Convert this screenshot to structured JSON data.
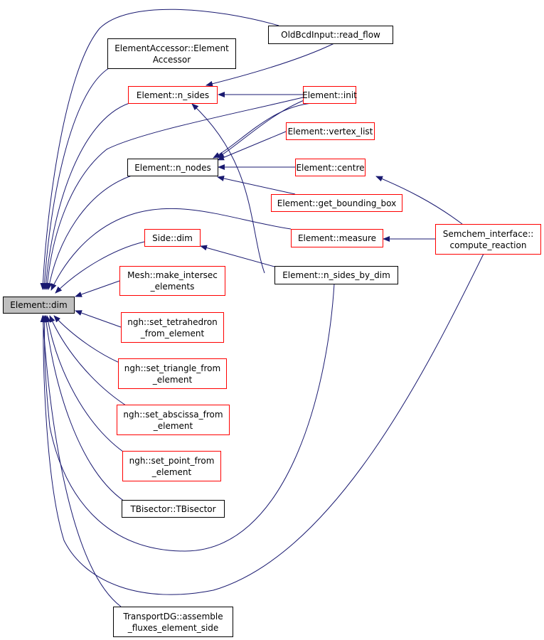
{
  "colors": {
    "edge": "#191970",
    "incomplete_border": "#ff0000",
    "normal_border": "#000000",
    "root_fill": "#bfbfbf"
  },
  "nodes": {
    "root": {
      "lines": [
        "Element::dim"
      ]
    },
    "element_accessor": {
      "lines": [
        "ElementAccessor::Element",
        "Accessor"
      ]
    },
    "n_sides": {
      "lines": [
        "Element::n_sides"
      ]
    },
    "n_nodes": {
      "lines": [
        "Element::n_nodes"
      ]
    },
    "side_dim": {
      "lines": [
        "Side::dim"
      ]
    },
    "make_intersec": {
      "lines": [
        "Mesh::make_intersec",
        "_elements"
      ]
    },
    "set_tetrahedron": {
      "lines": [
        "ngh::set_tetrahedron",
        "_from_element"
      ]
    },
    "set_triangle": {
      "lines": [
        "ngh::set_triangle_from",
        "_element"
      ]
    },
    "set_abscissa": {
      "lines": [
        "ngh::set_abscissa_from",
        "_element"
      ]
    },
    "set_point": {
      "lines": [
        "ngh::set_point_from",
        "_element"
      ]
    },
    "tbisector": {
      "lines": [
        "TBisector::TBisector"
      ]
    },
    "transport_dg": {
      "lines": [
        "TransportDG::assemble",
        "_fluxes_element_side"
      ]
    },
    "read_flow": {
      "lines": [
        "OldBcdInput::read_flow"
      ]
    },
    "init": {
      "lines": [
        "Element::init"
      ]
    },
    "vertex_list": {
      "lines": [
        "Element::vertex_list"
      ]
    },
    "centre": {
      "lines": [
        "Element::centre"
      ]
    },
    "bounding_box": {
      "lines": [
        "Element::get_bounding_box"
      ]
    },
    "measure": {
      "lines": [
        "Element::measure"
      ]
    },
    "n_sides_by_dim": {
      "lines": [
        "Element::n_sides_by_dim"
      ]
    },
    "semchem": {
      "lines": [
        "Semchem_interface::",
        "compute_reaction"
      ]
    }
  }
}
